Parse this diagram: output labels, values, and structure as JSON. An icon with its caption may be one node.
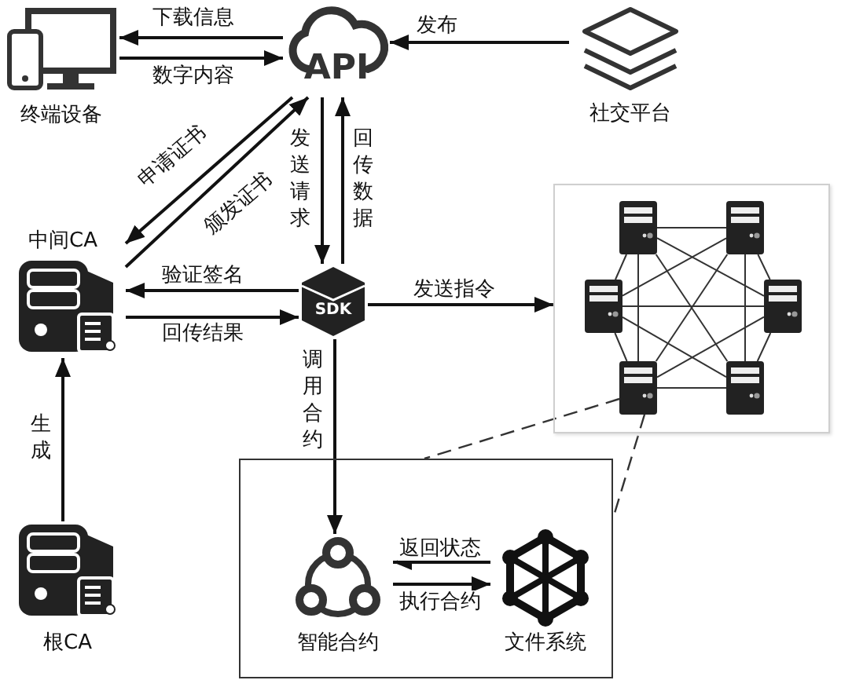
{
  "diagram": {
    "nodes": [
      {
        "text": [
          "终端设备"
        ]
      },
      {
        "text": [
          "API"
        ]
      },
      {
        "text": [
          "社交平台"
        ]
      },
      {
        "text": [
          "中间CA"
        ]
      },
      {
        "text": [
          "SDK"
        ]
      },
      {
        "text": [],
        "shape": "box"
      },
      {
        "text": [],
        "shape": "server",
        "in": 5
      },
      {
        "text": [],
        "shape": "server",
        "in": 5
      },
      {
        "text": [],
        "shape": "server",
        "in": 5
      },
      {
        "text": [],
        "shape": "server",
        "in": 5
      },
      {
        "text": [],
        "shape": "server",
        "in": 5
      },
      {
        "text": [],
        "shape": "server",
        "in": 5
      },
      {
        "text": [
          "根CA"
        ]
      },
      {
        "text": [],
        "shape": "box"
      },
      {
        "text": [
          "智能合约"
        ],
        "in": 13
      },
      {
        "text": [
          "文件系统"
        ],
        "in": 13
      }
    ],
    "edges": [
      {
        "from": 1,
        "to": 0,
        "arrow": "to",
        "label": "下载信息"
      },
      {
        "from": 0,
        "to": 1,
        "arrow": "to",
        "label": "数字内容"
      },
      {
        "from": 2,
        "to": 1,
        "arrow": "to",
        "label": "发布"
      },
      {
        "from": 1,
        "to": 3,
        "arrow": "to",
        "label": "申请证书"
      },
      {
        "from": 3,
        "to": 1,
        "arrow": "to",
        "label": "颁发证书"
      },
      {
        "from": 1,
        "to": 4,
        "arrow": "to",
        "label": "发送请求"
      },
      {
        "from": 4,
        "to": 1,
        "arrow": "to",
        "label": "回传数据"
      },
      {
        "from": 4,
        "to": 3,
        "arrow": "to",
        "label": "验证签名"
      },
      {
        "from": 3,
        "to": 4,
        "arrow": "to",
        "label": "回传结果"
      },
      {
        "from": 4,
        "to": 5,
        "arrow": "to",
        "label": "发送指令"
      },
      {
        "from": 12,
        "to": 3,
        "arrow": "to",
        "label": "生成"
      },
      {
        "from": 4,
        "to": 14,
        "arrow": "to",
        "label": "调用合约"
      },
      {
        "from": 15,
        "to": 14,
        "arrow": "to",
        "label": "返回状态"
      },
      {
        "from": 14,
        "to": 15,
        "arrow": "to",
        "label": "执行合约"
      },
      {
        "from": 10,
        "to": 13,
        "arrow": "none",
        "style": "dashed"
      },
      {
        "from": 10,
        "to": 13,
        "arrow": "none",
        "style": "dashed"
      },
      {
        "from": 6,
        "to": 7,
        "arrow": "none"
      },
      {
        "from": 6,
        "to": 8,
        "arrow": "none"
      },
      {
        "from": 6,
        "to": 9,
        "arrow": "none"
      },
      {
        "from": 6,
        "to": 10,
        "arrow": "none"
      },
      {
        "from": 6,
        "to": 11,
        "arrow": "none"
      },
      {
        "from": 7,
        "to": 8,
        "arrow": "none"
      },
      {
        "from": 7,
        "to": 9,
        "arrow": "none"
      },
      {
        "from": 7,
        "to": 10,
        "arrow": "none"
      },
      {
        "from": 7,
        "to": 11,
        "arrow": "none"
      },
      {
        "from": 8,
        "to": 9,
        "arrow": "none"
      },
      {
        "from": 8,
        "to": 10,
        "arrow": "none"
      },
      {
        "from": 8,
        "to": 11,
        "arrow": "none"
      },
      {
        "from": 9,
        "to": 10,
        "arrow": "none"
      },
      {
        "from": 9,
        "to": 11,
        "arrow": "none"
      },
      {
        "from": 10,
        "to": 11,
        "arrow": "none"
      }
    ]
  }
}
